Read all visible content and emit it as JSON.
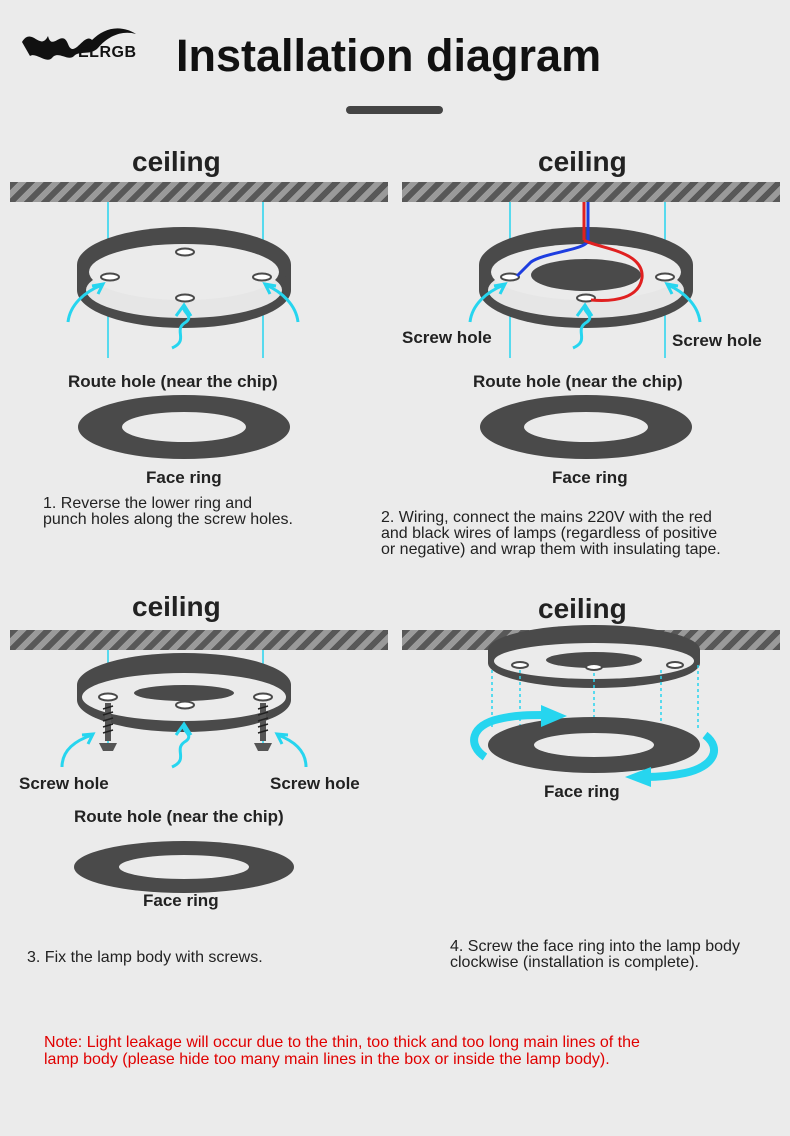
{
  "header": {
    "brand": "ELRGB",
    "title": "Installation diagram"
  },
  "panels": [
    {
      "ceiling": "ceiling",
      "labels": [
        "Route hole (near the chip)",
        "Face ring"
      ],
      "caption_lines": [
        "1. Reverse the lower ring and",
        "punch holes along the screw holes."
      ]
    },
    {
      "ceiling": "ceiling",
      "labels": [
        "Screw hole",
        "Screw hole",
        "Route hole (near the chip)",
        "Face ring"
      ],
      "caption_lines": [
        "2. Wiring, connect the mains 220V with the red",
        "and black wires of lamps (regardless of positive",
        "or negative) and wrap them with insulating tape."
      ]
    },
    {
      "ceiling": "ceiling",
      "labels": [
        "Screw hole",
        "Screw hole",
        "Route hole (near the chip)",
        "Face ring"
      ],
      "caption_lines": [
        "3. Fix the lamp body with screws."
      ]
    },
    {
      "ceiling": "ceiling",
      "labels": [
        "Face ring"
      ],
      "caption_lines": [
        "4. Screw the face ring into the lamp body",
        "clockwise (installation is complete)."
      ]
    }
  ],
  "note_lines": [
    "Note: Light leakage will occur due to the thin, too thick and too long main lines of the",
    "lamp body (please hide too many main lines in the box or inside the lamp body)."
  ],
  "colors": {
    "background": "#ebebeb",
    "ring": "#4a4a4a",
    "accent_cyan": "#26d5ef",
    "note_red": "#e00000",
    "wire_red": "#e02020",
    "wire_blue": "#1d3de0"
  }
}
